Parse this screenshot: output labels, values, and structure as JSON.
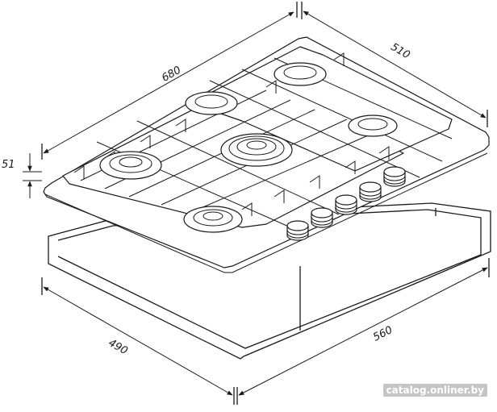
{
  "dimensions": {
    "width": "680",
    "depth": "510",
    "height": "51",
    "cutout_width": "560",
    "cutout_depth": "490"
  },
  "watermark": "catalog.onliner.by",
  "colors": {
    "line": "#1a1a1a",
    "background": "#ffffff"
  }
}
